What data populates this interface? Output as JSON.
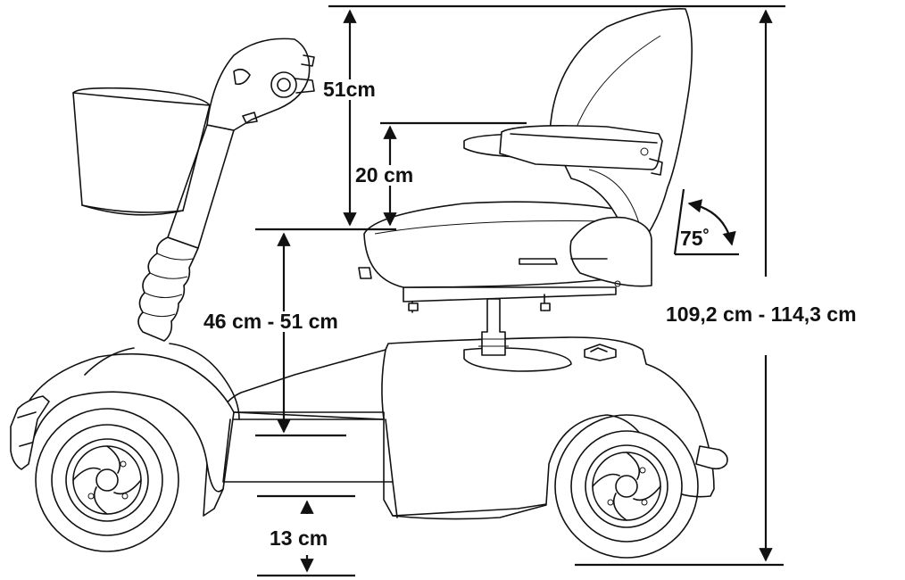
{
  "dimensions": {
    "handle_height": "51cm",
    "armrest_height": "20 cm",
    "seat_height": "46 cm - 51 cm",
    "ground_clearance": "13 cm",
    "overall_height": "109,2 cm - 114,3 cm",
    "backrest_angle": "75˚"
  },
  "colors": {
    "line": "#111111",
    "background": "#ffffff"
  }
}
